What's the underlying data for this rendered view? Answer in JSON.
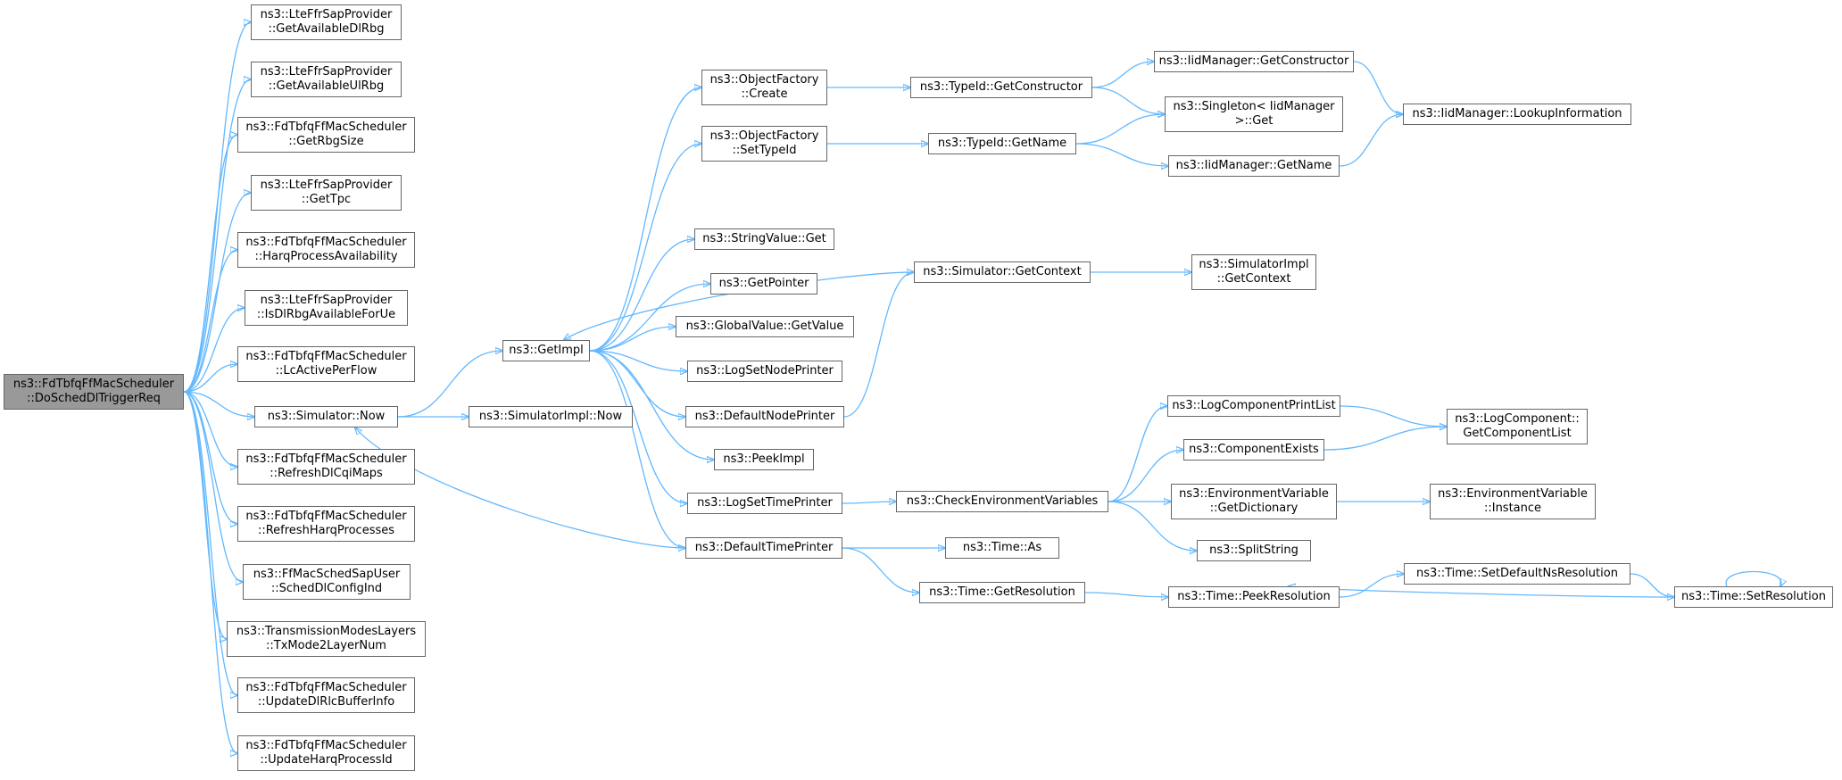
{
  "colors": {
    "edge": "#63b8ff",
    "node_border": "#666666",
    "node_fill": "#ffffff",
    "root_fill": "#999999",
    "text": "#000000"
  },
  "nodes": [
    {
      "id": "root",
      "lines": [
        "ns3::FdTbfqFfMacScheduler",
        "::DoSchedDlTriggerReq"
      ]
    },
    {
      "id": "n1",
      "lines": [
        "ns3::LteFfrSapProvider",
        "::GetAvailableDlRbg"
      ]
    },
    {
      "id": "n2",
      "lines": [
        "ns3::LteFfrSapProvider",
        "::GetAvailableUlRbg"
      ]
    },
    {
      "id": "n3",
      "lines": [
        "ns3::FdTbfqFfMacScheduler",
        "::GetRbgSize"
      ]
    },
    {
      "id": "n4",
      "lines": [
        "ns3::LteFfrSapProvider",
        "::GetTpc"
      ]
    },
    {
      "id": "n5",
      "lines": [
        "ns3::FdTbfqFfMacScheduler",
        "::HarqProcessAvailability"
      ]
    },
    {
      "id": "n6",
      "lines": [
        "ns3::LteFfrSapProvider",
        "::IsDlRbgAvailableForUe"
      ]
    },
    {
      "id": "n7",
      "lines": [
        "ns3::FdTbfqFfMacScheduler",
        "::LcActivePerFlow"
      ]
    },
    {
      "id": "n8",
      "lines": [
        "ns3::Simulator::Now"
      ]
    },
    {
      "id": "n9",
      "lines": [
        "ns3::FdTbfqFfMacScheduler",
        "::RefreshDlCqiMaps"
      ]
    },
    {
      "id": "n10",
      "lines": [
        "ns3::FdTbfqFfMacScheduler",
        "::RefreshHarqProcesses"
      ]
    },
    {
      "id": "n11",
      "lines": [
        "ns3::FfMacSchedSapUser",
        "::SchedDlConfigInd"
      ]
    },
    {
      "id": "n12",
      "lines": [
        "ns3::TransmissionModesLayers",
        "::TxMode2LayerNum"
      ]
    },
    {
      "id": "n13",
      "lines": [
        "ns3::FdTbfqFfMacScheduler",
        "::UpdateDlRlcBufferInfo"
      ]
    },
    {
      "id": "n14",
      "lines": [
        "ns3::FdTbfqFfMacScheduler",
        "::UpdateHarqProcessId"
      ]
    },
    {
      "id": "n15",
      "lines": [
        "ns3::GetImpl"
      ]
    },
    {
      "id": "n16",
      "lines": [
        "ns3::SimulatorImpl::Now"
      ]
    },
    {
      "id": "n17",
      "lines": [
        "ns3::ObjectFactory",
        "::Create"
      ]
    },
    {
      "id": "n18",
      "lines": [
        "ns3::ObjectFactory",
        "::SetTypeId"
      ]
    },
    {
      "id": "n19",
      "lines": [
        "ns3::StringValue::Get"
      ]
    },
    {
      "id": "n20",
      "lines": [
        "ns3::GetPointer"
      ]
    },
    {
      "id": "n21",
      "lines": [
        "ns3::GlobalValue::GetValue"
      ]
    },
    {
      "id": "n22",
      "lines": [
        "ns3::LogSetNodePrinter"
      ]
    },
    {
      "id": "n23",
      "lines": [
        "ns3::DefaultNodePrinter"
      ]
    },
    {
      "id": "n24",
      "lines": [
        "ns3::PeekImpl"
      ]
    },
    {
      "id": "n25",
      "lines": [
        "ns3::LogSetTimePrinter"
      ]
    },
    {
      "id": "n26",
      "lines": [
        "ns3::DefaultTimePrinter"
      ]
    },
    {
      "id": "n27",
      "lines": [
        "ns3::TypeId::GetConstructor"
      ]
    },
    {
      "id": "n28",
      "lines": [
        "ns3::TypeId::GetName"
      ]
    },
    {
      "id": "n29",
      "lines": [
        "ns3::Simulator::GetContext"
      ]
    },
    {
      "id": "n30",
      "lines": [
        "ns3::CheckEnvironmentVariables"
      ]
    },
    {
      "id": "n31",
      "lines": [
        "ns3::Time::As"
      ]
    },
    {
      "id": "n32",
      "lines": [
        "ns3::Time::GetResolution"
      ]
    },
    {
      "id": "n33",
      "lines": [
        "ns3::IidManager::GetConstructor"
      ]
    },
    {
      "id": "n34",
      "lines": [
        "ns3::Singleton< IidManager",
        " >::Get"
      ]
    },
    {
      "id": "n35",
      "lines": [
        "ns3::IidManager::GetName"
      ]
    },
    {
      "id": "n36",
      "lines": [
        "ns3::SimulatorImpl",
        "::GetContext"
      ]
    },
    {
      "id": "n37",
      "lines": [
        "ns3::LogComponentPrintList"
      ]
    },
    {
      "id": "n38",
      "lines": [
        "ns3::ComponentExists"
      ]
    },
    {
      "id": "n39",
      "lines": [
        "ns3::EnvironmentVariable",
        "::GetDictionary"
      ]
    },
    {
      "id": "n40",
      "lines": [
        "ns3::SplitString"
      ]
    },
    {
      "id": "n41",
      "lines": [
        "ns3::Time::PeekResolution"
      ]
    },
    {
      "id": "n42",
      "lines": [
        "ns3::IidManager::LookupInformation"
      ]
    },
    {
      "id": "n43",
      "lines": [
        "ns3::LogComponent::",
        "GetComponentList"
      ]
    },
    {
      "id": "n44",
      "lines": [
        "ns3::EnvironmentVariable",
        "::Instance"
      ]
    },
    {
      "id": "n45",
      "lines": [
        "ns3::Time::SetDefaultNsResolution"
      ]
    },
    {
      "id": "n46",
      "lines": [
        "ns3::Time::SetResolution"
      ]
    }
  ],
  "edges": [
    [
      "root",
      "n1"
    ],
    [
      "root",
      "n2"
    ],
    [
      "root",
      "n3"
    ],
    [
      "root",
      "n4"
    ],
    [
      "root",
      "n5"
    ],
    [
      "root",
      "n6"
    ],
    [
      "root",
      "n7"
    ],
    [
      "root",
      "n8"
    ],
    [
      "root",
      "n9"
    ],
    [
      "root",
      "n10"
    ],
    [
      "root",
      "n11"
    ],
    [
      "root",
      "n12"
    ],
    [
      "root",
      "n13"
    ],
    [
      "root",
      "n14"
    ],
    [
      "n8",
      "n15"
    ],
    [
      "n8",
      "n16"
    ],
    [
      "n15",
      "n17"
    ],
    [
      "n15",
      "n18"
    ],
    [
      "n15",
      "n19"
    ],
    [
      "n15",
      "n20"
    ],
    [
      "n15",
      "n21"
    ],
    [
      "n15",
      "n22"
    ],
    [
      "n15",
      "n23"
    ],
    [
      "n15",
      "n24"
    ],
    [
      "n15",
      "n25"
    ],
    [
      "n15",
      "n26"
    ],
    [
      "n17",
      "n27"
    ],
    [
      "n18",
      "n28"
    ],
    [
      "n27",
      "n33"
    ],
    [
      "n27",
      "n34"
    ],
    [
      "n28",
      "n34"
    ],
    [
      "n28",
      "n35"
    ],
    [
      "n33",
      "n42"
    ],
    [
      "n35",
      "n42"
    ],
    [
      "n29",
      "n15"
    ],
    [
      "n29",
      "n36"
    ],
    [
      "n23",
      "n29"
    ],
    [
      "n25",
      "n30"
    ],
    [
      "n26",
      "n8"
    ],
    [
      "n26",
      "n31"
    ],
    [
      "n26",
      "n32"
    ],
    [
      "n30",
      "n37"
    ],
    [
      "n30",
      "n38"
    ],
    [
      "n30",
      "n39"
    ],
    [
      "n30",
      "n40"
    ],
    [
      "n37",
      "n43"
    ],
    [
      "n38",
      "n43"
    ],
    [
      "n39",
      "n44"
    ],
    [
      "n32",
      "n41"
    ],
    [
      "n41",
      "n45"
    ],
    [
      "n45",
      "n46"
    ],
    [
      "n46",
      "n41"
    ],
    [
      "n46",
      "n46"
    ]
  ]
}
